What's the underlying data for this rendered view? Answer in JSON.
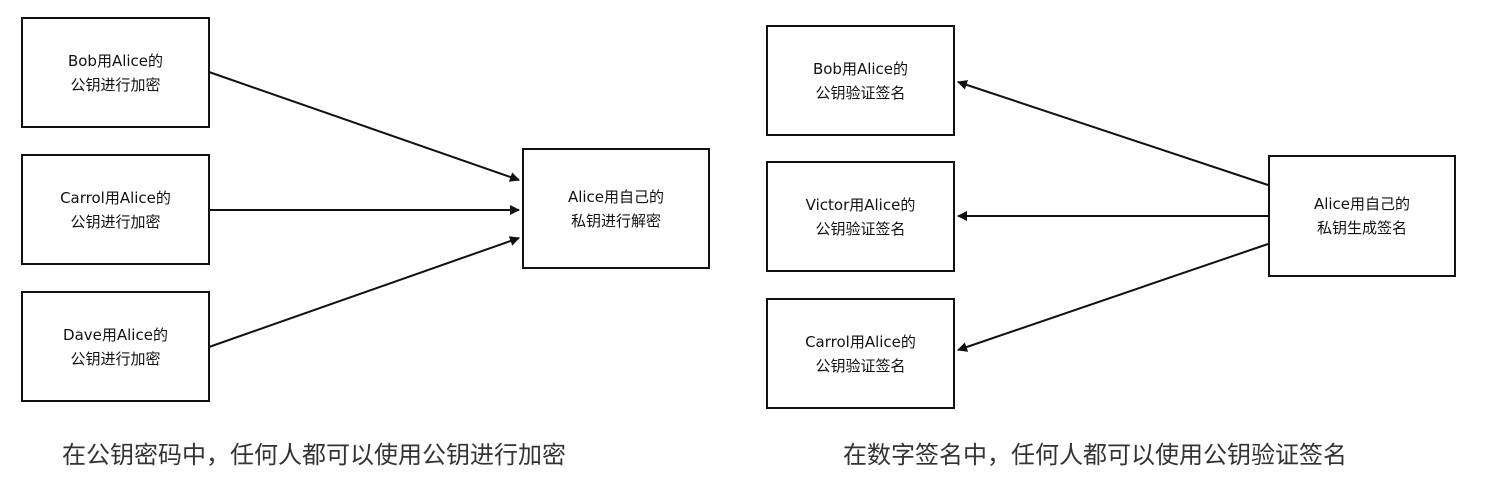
{
  "encryption": {
    "senders": [
      {
        "line1": "Bob用Alice的",
        "line2": "公钥进行加密"
      },
      {
        "line1": "Carrol用Alice的",
        "line2": "公钥进行加密"
      },
      {
        "line1": "Dave用Alice的",
        "line2": "公钥进行加密"
      }
    ],
    "receiver": {
      "line1": "Alice用自己的",
      "line2": "私钥进行解密"
    },
    "caption": "在公钥密码中，任何人都可以使用公钥进行加密"
  },
  "signature": {
    "signer": {
      "line1": "Alice用自己的",
      "line2": "私钥生成签名"
    },
    "verifiers": [
      {
        "line1": "Bob用Alice的",
        "line2": "公钥验证签名"
      },
      {
        "line1": "Victor用Alice的",
        "line2": "公钥验证签名"
      },
      {
        "line1": "Carrol用Alice的",
        "line2": "公钥验证签名"
      }
    ],
    "caption": "在数字签名中，任何人都可以使用公钥验证签名"
  }
}
